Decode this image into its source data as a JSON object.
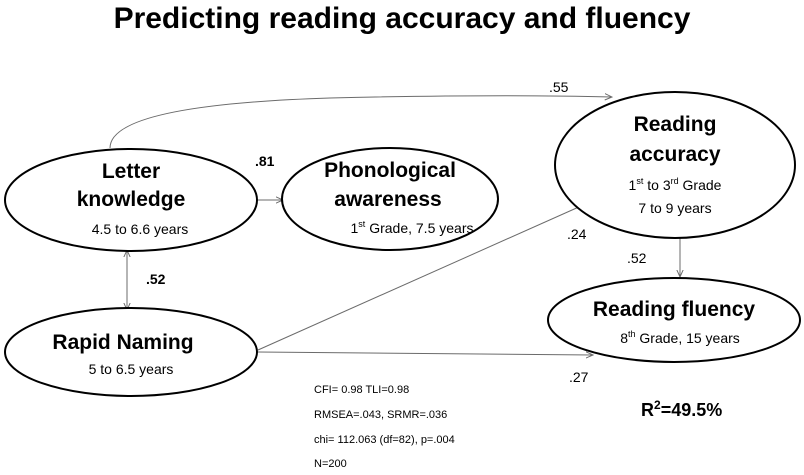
{
  "title": "Predicting reading accuracy and fluency",
  "nodes": {
    "letter_knowledge": {
      "line1": "Letter",
      "line2": "knowledge",
      "sub": "4.5 to 6.6 years"
    },
    "phonological_awareness": {
      "line1": "Phonological",
      "line2": "awareness",
      "sub_pre": "1",
      "sub_sup": "st",
      "sub_post": " Grade, 7.5 years"
    },
    "rapid_naming": {
      "line1": "Rapid Naming",
      "sub": "5 to 6.5 years"
    },
    "reading_accuracy": {
      "line1": "Reading",
      "line2": "accuracy",
      "sub1_a": "1",
      "sub1_sup_a": "st",
      "sub1_b": " to 3",
      "sub1_sup_b": "rd",
      "sub1_c": " Grade",
      "sub2": "7 to 9 years"
    },
    "reading_fluency": {
      "line1": "Reading fluency",
      "sub_pre": "8",
      "sub_sup": "th",
      "sub_post": " Grade, 15 years"
    }
  },
  "paths": {
    "lk_to_pa": ".81",
    "lk_to_ra": ".55",
    "lk_rn_corr": ".52",
    "rn_to_ra": ".24",
    "rn_to_rf": ".27",
    "ra_to_rf": ".52"
  },
  "fit": {
    "line1": "CFI= 0.98 TLI=0.98",
    "line2": "RMSEA=.043, SRMR=.036",
    "line3": "chi= 112.063 (df=82), p=.004",
    "line4": "N=200"
  },
  "r2": {
    "prefix": "R",
    "sup": "2",
    "value": "=49.5%"
  },
  "colors": {
    "ellipse_stroke": "#000000",
    "path_stroke": "#6b6b6b",
    "text": "#000000"
  }
}
